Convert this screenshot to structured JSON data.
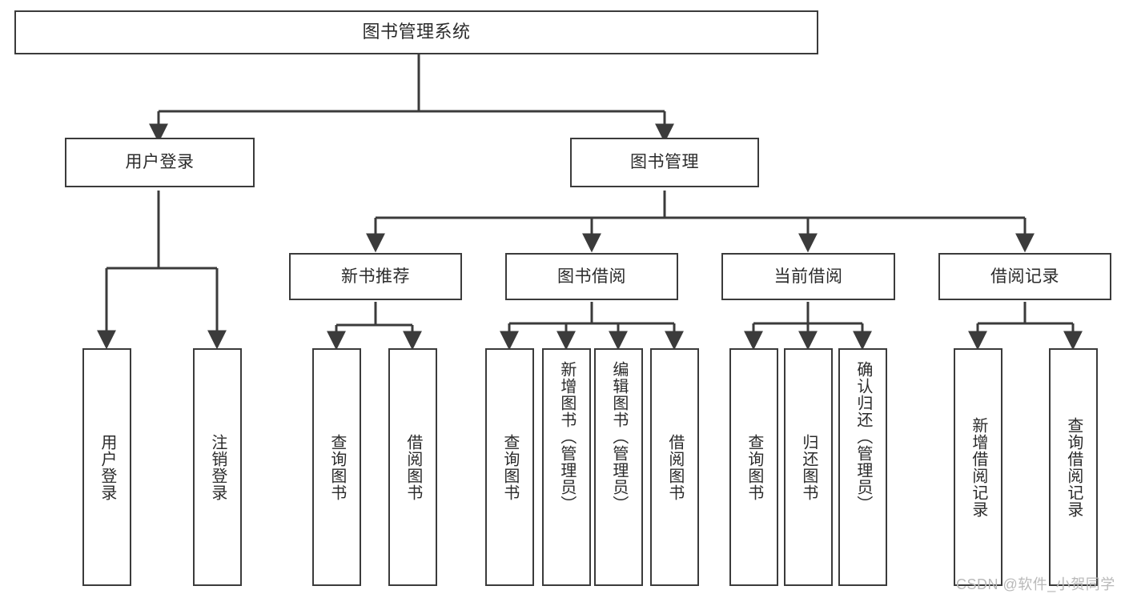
{
  "diagram": {
    "title": "图书管理系统",
    "type": "功能结构图",
    "watermark": "CSDN @软件_小贺同学",
    "style": {
      "border_color": "#3b3b3b",
      "fill_color": "#ffffff",
      "text_color": "#2b2b2b",
      "line_color": "#3b3b3b",
      "watermark_color": "#b9b9b9"
    }
  },
  "nodes": {
    "root": {
      "label": "图书管理系统",
      "level": 0
    },
    "level1": [
      {
        "id": "user-login",
        "label": "用户登录"
      },
      {
        "id": "book-manage",
        "label": "图书管理"
      }
    ],
    "level2": [
      {
        "id": "new-book-recommend",
        "label": "新书推荐",
        "parent": "book-manage"
      },
      {
        "id": "book-borrow",
        "label": "图书借阅",
        "parent": "book-manage"
      },
      {
        "id": "current-borrow",
        "label": "当前借阅",
        "parent": "book-manage"
      },
      {
        "id": "borrow-record",
        "label": "借阅记录",
        "parent": "book-manage"
      }
    ],
    "leaves": {
      "user-login": [
        {
          "id": "leaf-user-login",
          "label": "用户登录"
        },
        {
          "id": "leaf-user-logout",
          "label": "注销登录"
        }
      ],
      "new-book-recommend": [
        {
          "id": "leaf-nbr-query",
          "label": "查询图书"
        },
        {
          "id": "leaf-nbr-borrow",
          "label": "借阅图书"
        }
      ],
      "book-borrow": [
        {
          "id": "leaf-bb-query",
          "label": "查询图书"
        },
        {
          "id": "leaf-bb-add",
          "label": "新增图书（管理员）"
        },
        {
          "id": "leaf-bb-edit",
          "label": "编辑图书（管理员）"
        },
        {
          "id": "leaf-bb-borrow",
          "label": "借阅图书"
        }
      ],
      "current-borrow": [
        {
          "id": "leaf-cb-query",
          "label": "查询图书"
        },
        {
          "id": "leaf-cb-return",
          "label": "归还图书"
        },
        {
          "id": "leaf-cb-confirm",
          "label": "确认归还（管理员）"
        }
      ],
      "borrow-record": [
        {
          "id": "leaf-br-add",
          "label": "新增借阅记录"
        },
        {
          "id": "leaf-br-query",
          "label": "查询借阅记录"
        }
      ]
    }
  }
}
